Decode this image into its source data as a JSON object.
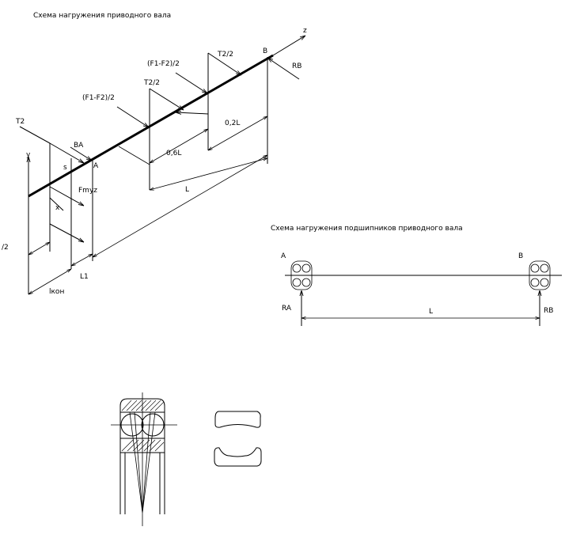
{
  "titles": {
    "shaft_scheme": "Схема нагружения приводного вала",
    "bearing_scheme": "Схема нагружения подшипников приводного вала"
  },
  "shaft_labels": {
    "z_axis": "z",
    "y_axis": "y",
    "point_b": "B",
    "rb": "RB",
    "t2_half_top": "T2/2",
    "f1_f2_half_top": "(F1-F2)/2",
    "t2_half_mid": "T2/2",
    "f1_f2_half_mid": "(F1-F2)/2",
    "t2_left": "T2",
    "ba": "BA",
    "point_a": "A",
    "f_mufta": "Fmyz",
    "dist_02l": "0,2L",
    "dist_06l": "0,6L",
    "dist_l": "L",
    "dist_l1": "L1",
    "dist_lkon": "lкон",
    "left_half": "/2",
    "small_s": "s",
    "small_x": "x"
  },
  "bearing_labels": {
    "a": "A",
    "b": "B",
    "ra": "RA",
    "rb": "RB",
    "l": "L"
  }
}
